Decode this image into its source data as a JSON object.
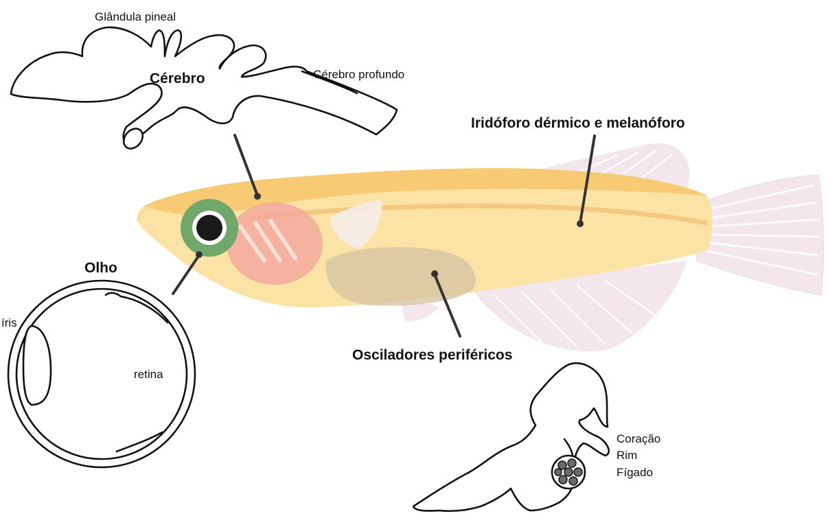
{
  "labels": {
    "pineal": "Glândula pineal",
    "brain": "Cérebro",
    "deep_brain": "Cérebro profundo",
    "skin": "Iridóforo dérmico e melanóforo",
    "eye": "Olho",
    "iris": "íris",
    "retina": "retina",
    "oscillators": "Osciladores periféricos",
    "heart": "Coração",
    "kidney": "Rim",
    "liver": "Fígado"
  },
  "colors": {
    "fish_body": "#fbe3a6",
    "fish_back": "#f6c66a",
    "fish_fin": "#f3e9ee",
    "gill": "#f3a99c",
    "eye_ring": "#6fa86a",
    "pupil": "#1a1a1a",
    "organ_shadow": "#d9c8a8",
    "outline": "#111111"
  }
}
